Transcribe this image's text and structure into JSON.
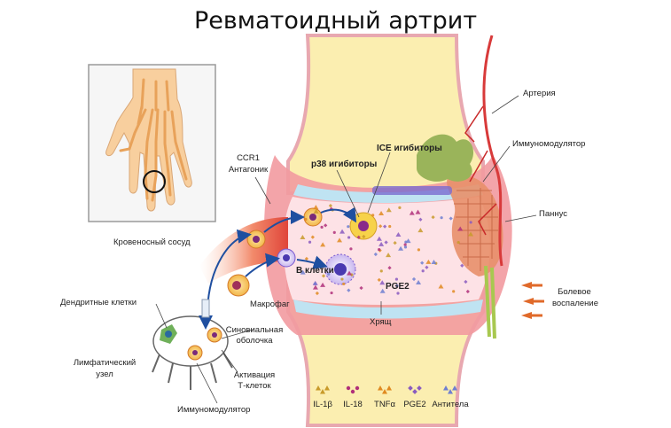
{
  "title": "Ревматоидный артрит",
  "labels": {
    "artery": "Артерия",
    "immunomodulator_right": "Иммуномодулятор",
    "pannus": "Паннус",
    "pain": "Болевое",
    "inflammation": "воспаление",
    "ice": "ICE игибиторы",
    "p38": "р38 игибиторы",
    "ccr1_line1": "CCR1",
    "ccr1_line2": "Антагоник",
    "blood_vessel": "Кровеносный сосуд",
    "b_cells": "В клетки",
    "pge2": "PGE2",
    "macrophage": "Макрофаг",
    "cartilage": "Хрящ",
    "synovial_line1": "Синовиальная",
    "synovial_line2": "оболочка",
    "dendritic": "Дендритные клетки",
    "lymph_line1": "Лимфатический",
    "lymph_line2": "узел",
    "tcell_line1": "Активация",
    "tcell_line2": "Т-клеток",
    "immunomodulator_bottom": "Иммуномодулятор"
  },
  "legend": [
    {
      "label": "IL-1β",
      "icon": "triangle-icon",
      "color": "#c89a2a"
    },
    {
      "label": "IL-18",
      "icon": "dots-icon",
      "color": "#b0307a"
    },
    {
      "label": "TNFα",
      "icon": "wedge-icon",
      "color": "#e08a20"
    },
    {
      "label": "PGE2",
      "icon": "diamond-icon",
      "color": "#8a5bbf"
    },
    {
      "label": "Антитела",
      "icon": "antibody-icon",
      "color": "#6f7fd0"
    }
  ],
  "colors": {
    "bone": "#fbeeb0",
    "synovium": "#f29aa0",
    "cavity": "#fde2e6",
    "cartilage": "#bfe3f2",
    "pannus": "#e8906a",
    "arrow": "#1f4fa0"
  }
}
